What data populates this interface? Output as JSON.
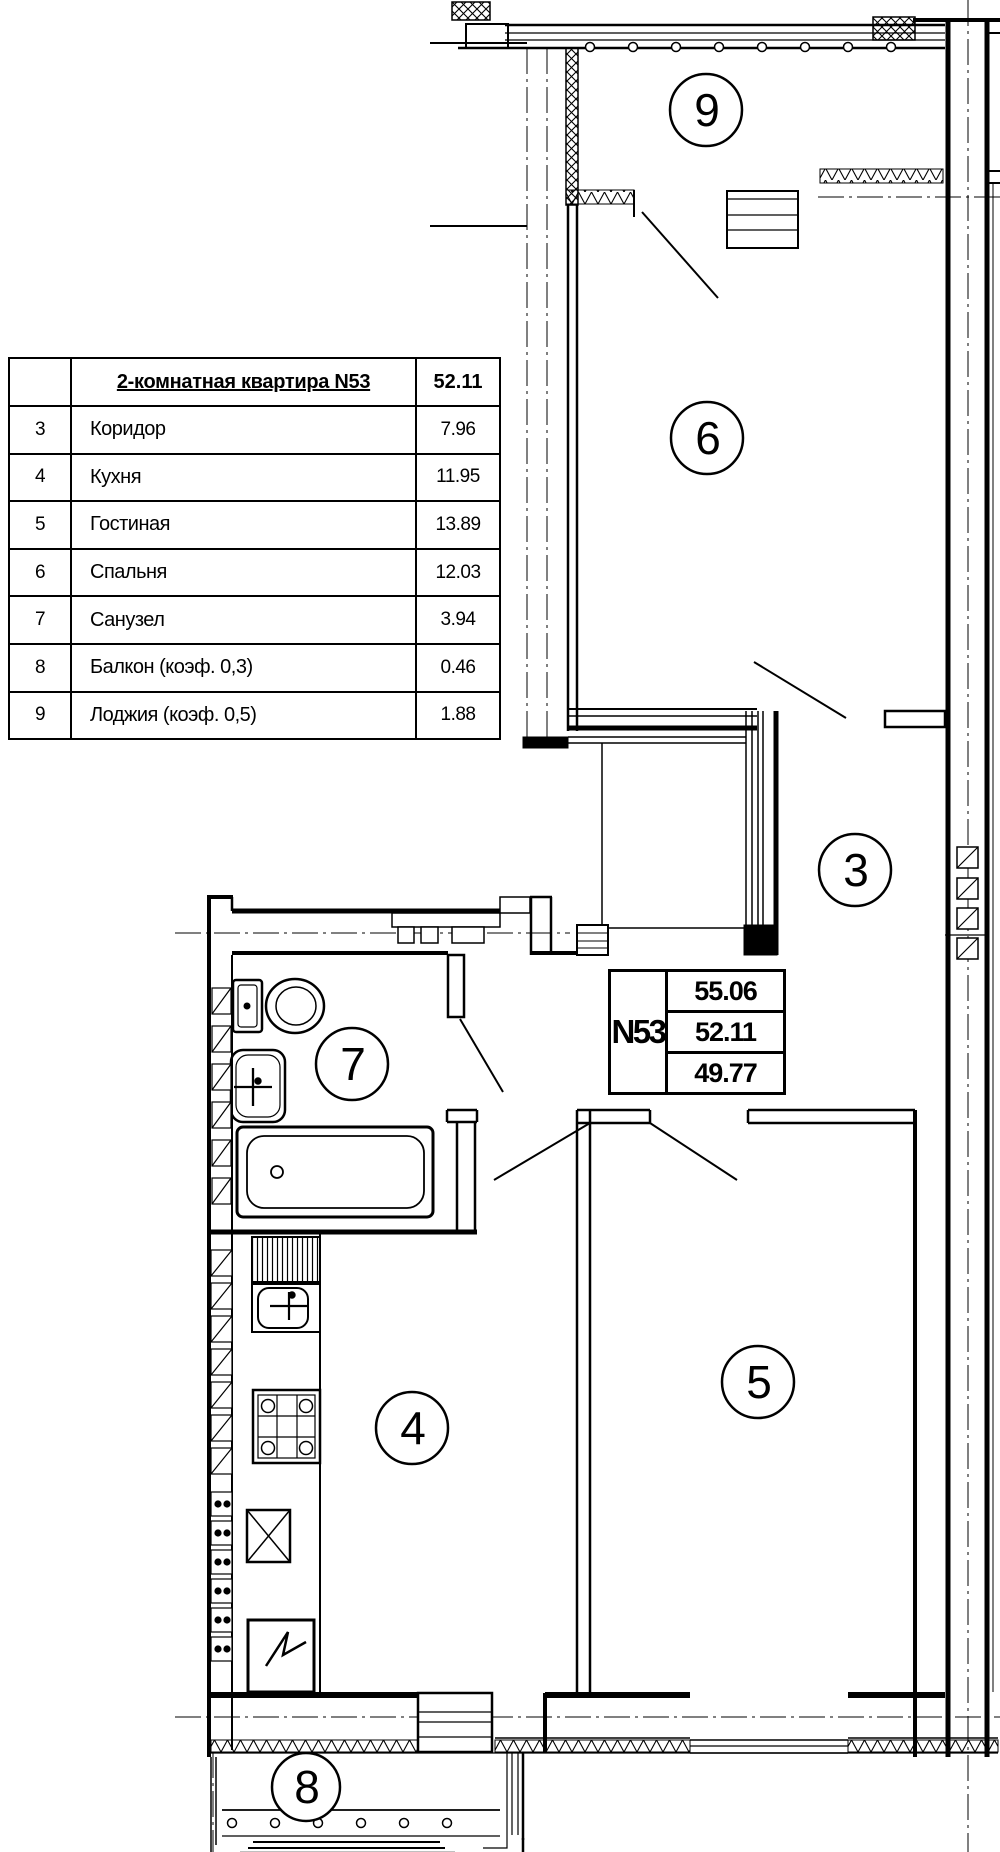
{
  "colors": {
    "line": "#000000",
    "background": "#ffffff"
  },
  "legend_table": {
    "header": {
      "title": "2-комнатная квартира N53",
      "value": "52.11"
    },
    "rows": [
      {
        "number": "3",
        "name": "Коридор",
        "value": "7.96"
      },
      {
        "number": "4",
        "name": "Кухня",
        "value": "11.95"
      },
      {
        "number": "5",
        "name": "Гостиная",
        "value": "13.89"
      },
      {
        "number": "6",
        "name": "Спальня",
        "value": "12.03"
      },
      {
        "number": "7",
        "name": "Санузел",
        "value": "3.94"
      },
      {
        "number": "8",
        "name": "Балкон (коэф. 0,3)",
        "value": "0.46"
      },
      {
        "number": "9",
        "name": "Лоджия (коэф. 0,5)",
        "value": "1.88"
      }
    ]
  },
  "apartment_stamp": {
    "number": "N53",
    "areas": [
      "55.06",
      "52.11",
      "49.77"
    ]
  },
  "rooms": {
    "loggia": "9",
    "bedroom": "6",
    "corridor": "3",
    "bathroom": "7",
    "kitchen": "4",
    "living": "5",
    "balcony": "8"
  }
}
